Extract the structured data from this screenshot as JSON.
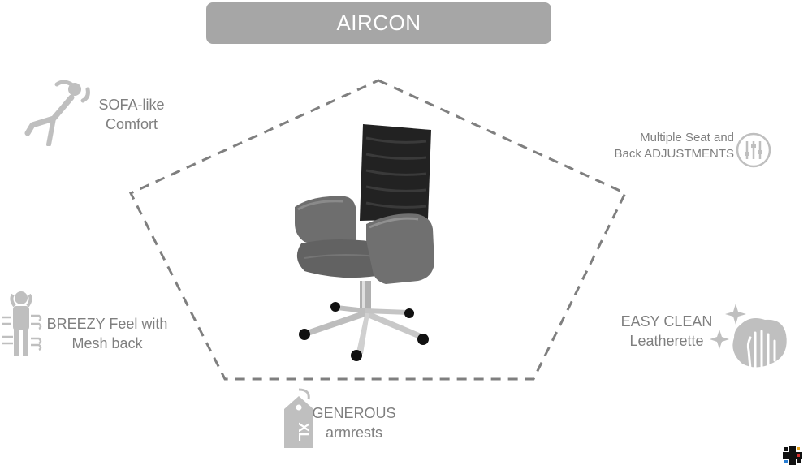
{
  "title": "AIRCON",
  "features": {
    "sofa": {
      "line1": "SOFA-like",
      "line2": "Comfort",
      "icon": "reclining-person-icon"
    },
    "adjustments": {
      "line1": "Multiple Seat and",
      "line2": "Back ADJUSTMENTS",
      "icon": "sliders-icon"
    },
    "breezy": {
      "line1": "BREEZY Feel with",
      "line2": "Mesh back",
      "icon": "breeze-person-icon"
    },
    "clean": {
      "line1": "EASY CLEAN",
      "line2": "Leatherette",
      "icon": "wipe-hand-icon"
    },
    "armrests": {
      "line1": "GENEROUS",
      "line2": "armrests",
      "icon": "xl-tag-icon",
      "tag_text": "XL"
    }
  },
  "colors": {
    "title_bg": "#a6a6a6",
    "text": "#7f7f7f",
    "icon": "#bfbfbf",
    "dash": "#7f7f7f"
  }
}
